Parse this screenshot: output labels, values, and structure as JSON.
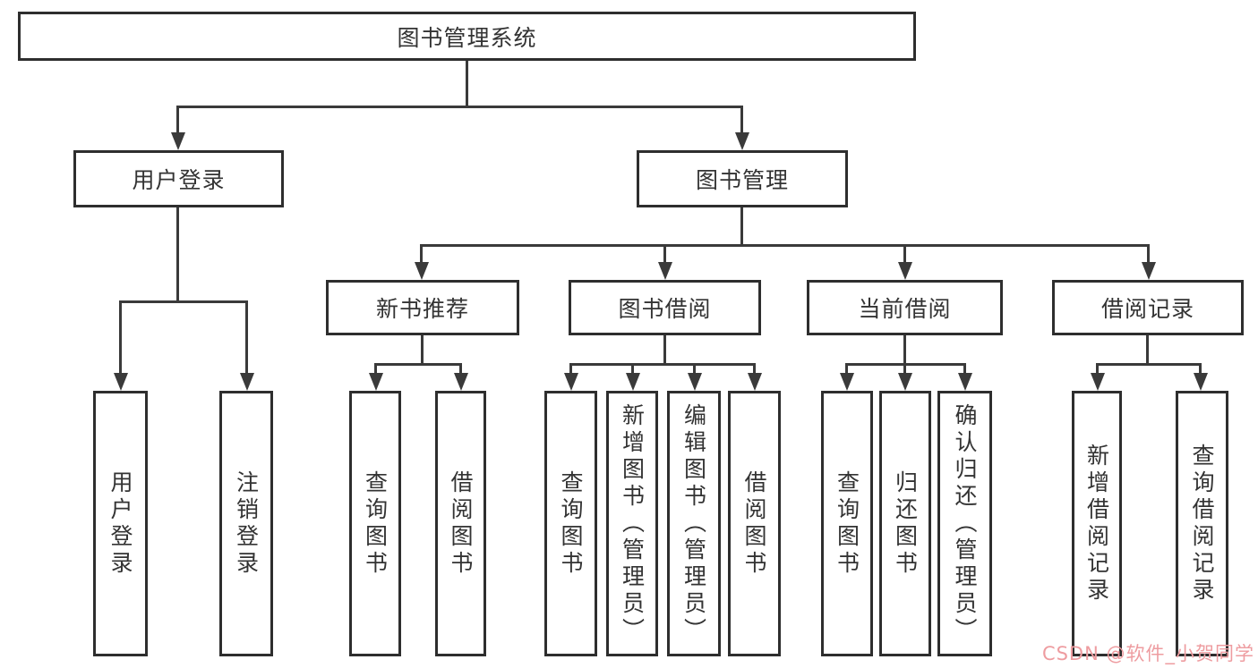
{
  "diagram": {
    "root": {
      "label": "图书管理系统"
    },
    "branches": [
      {
        "label": "用户登录",
        "children": [
          {
            "label": "用户登录"
          },
          {
            "label": "注销登录"
          }
        ]
      },
      {
        "label": "图书管理",
        "children": [
          {
            "label": "新书推荐",
            "children": [
              {
                "label": "查询图书"
              },
              {
                "label": "借阅图书"
              }
            ]
          },
          {
            "label": "图书借阅",
            "children": [
              {
                "label": "查询图书"
              },
              {
                "label": "新增图书（管理员）"
              },
              {
                "label": "编辑图书（管理员）"
              },
              {
                "label": "借阅图书"
              }
            ]
          },
          {
            "label": "当前借阅",
            "children": [
              {
                "label": "查询图书"
              },
              {
                "label": "归还图书"
              },
              {
                "label": "确认归还（管理员）"
              }
            ]
          },
          {
            "label": "借阅记录",
            "children": [
              {
                "label": "新增借阅记录"
              },
              {
                "label": "查询借阅记录"
              }
            ]
          }
        ]
      }
    ],
    "watermark": "CSDN @软件_小贺同学",
    "colors": {
      "line": "#3a3a3a",
      "border": "#2e2e2e",
      "text": "#333333",
      "watermark": "#ee9ca0",
      "background": "#ffffff"
    }
  }
}
